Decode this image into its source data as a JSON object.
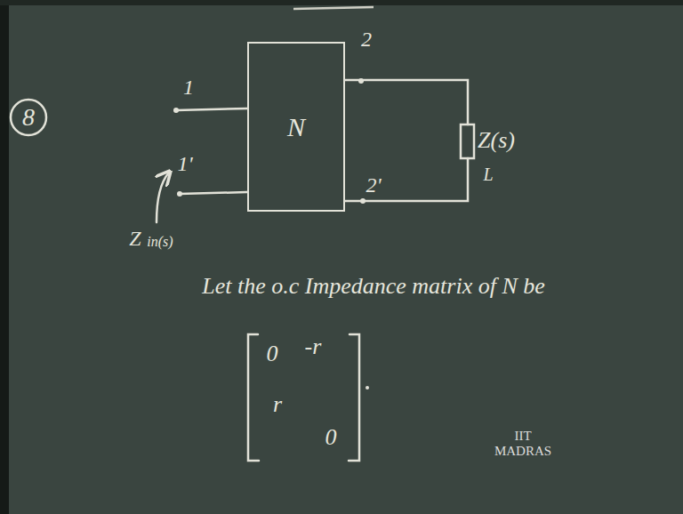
{
  "diagram": {
    "nodes": [
      {
        "text": [
          "N"
        ]
      }
    ],
    "labels": [
      "8",
      "1",
      "1'",
      "2",
      "2'",
      "Z(s)",
      "L",
      "Z",
      "in(s)",
      "Let the o.c Impedance matrix of N be",
      "0",
      "-r",
      "r",
      "0",
      "IIT MADRAS"
    ]
  }
}
